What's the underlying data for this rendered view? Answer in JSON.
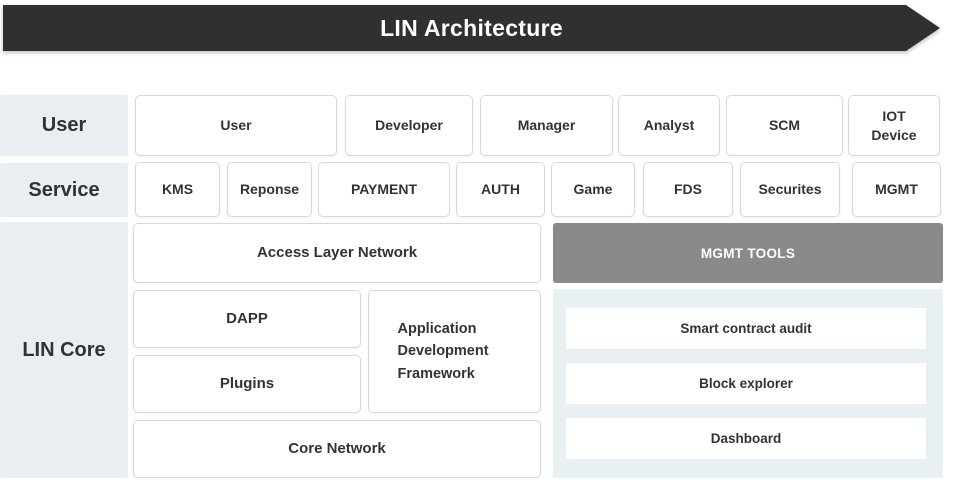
{
  "header": {
    "title": "LIN Architecture"
  },
  "rows": {
    "user": {
      "label": "User",
      "boxes": [
        "User",
        "Developer",
        "Manager",
        "Analyst",
        "SCM",
        "IOT Device"
      ]
    },
    "service": {
      "label": "Service",
      "boxes": [
        "KMS",
        "Reponse",
        "PAYMENT",
        "AUTH",
        "Game",
        "FDS",
        "Securites",
        "MGMT"
      ]
    },
    "core": {
      "label": "LIN Core",
      "access_layer": "Access Layer Network",
      "dapp": "DAPP",
      "adf": "Application Development Framework",
      "plugins": "Plugins",
      "core_network": "Core Network",
      "mgmt_tools": {
        "label": "MGMT TOOLS",
        "items": [
          "Smart contract audit",
          "Block explorer",
          "Dashboard"
        ]
      }
    }
  },
  "colors": {
    "banner_bg": "#303030",
    "banner_text": "#ffffff",
    "row_label_bg": "#e8eef1",
    "node_bg": "#ffffff",
    "node_border": "#d6d8d9",
    "node_text": "#333333",
    "mgmt_tools_bg": "#8a8a8a",
    "mgmt_tools_text": "#ffffff",
    "tools_panel_bg": "#e9f0f3"
  }
}
